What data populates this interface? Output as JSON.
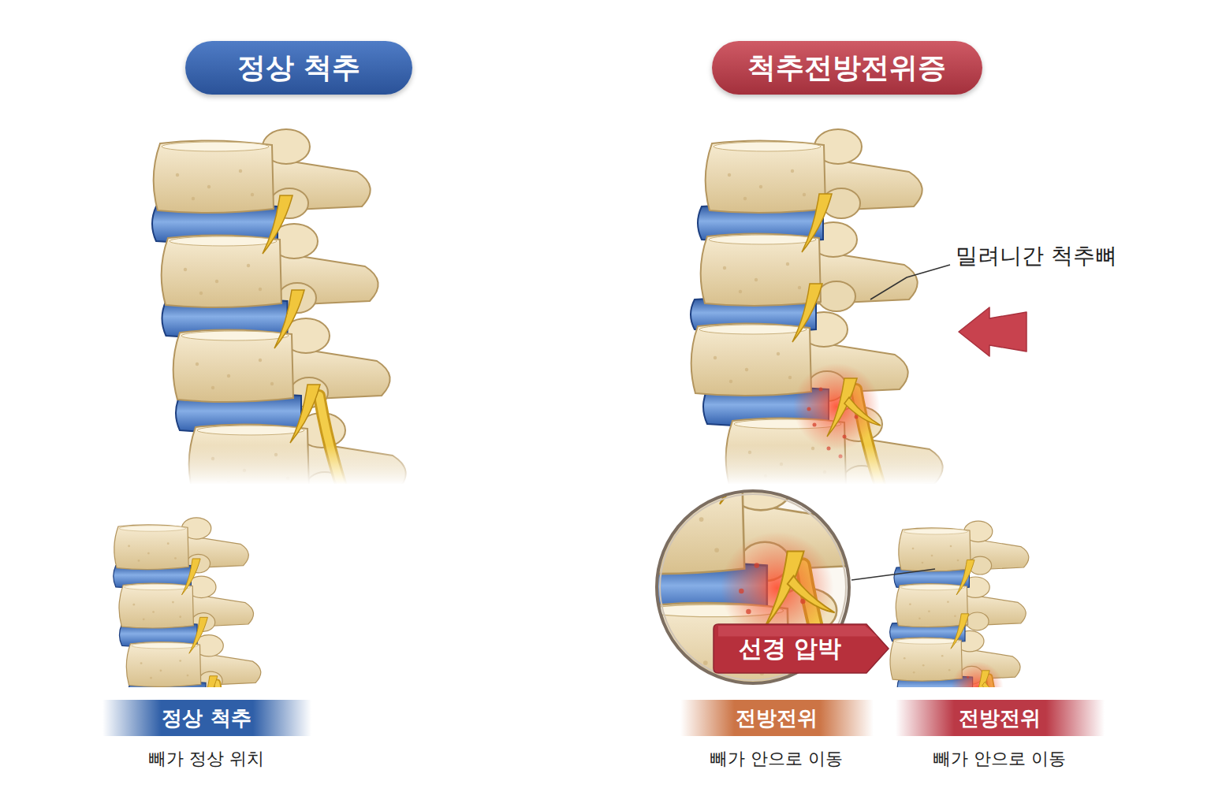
{
  "diagram": {
    "nodes": [
      {
        "text": [
          "정상 척추"
        ]
      },
      {
        "text": [
          "척추전방전위증"
        ]
      },
      {
        "text": [
          "선경 압박"
        ]
      },
      {
        "text": [
          "정상 척추"
        ]
      },
      {
        "text": [
          "전방전위"
        ]
      },
      {
        "text": [
          "전방전위"
        ]
      }
    ],
    "labels": [
      "밀려니간 척추뼈",
      "빼가 정상 위치",
      "빼가 안으로 이동",
      "빼가 안으로 이동"
    ]
  }
}
